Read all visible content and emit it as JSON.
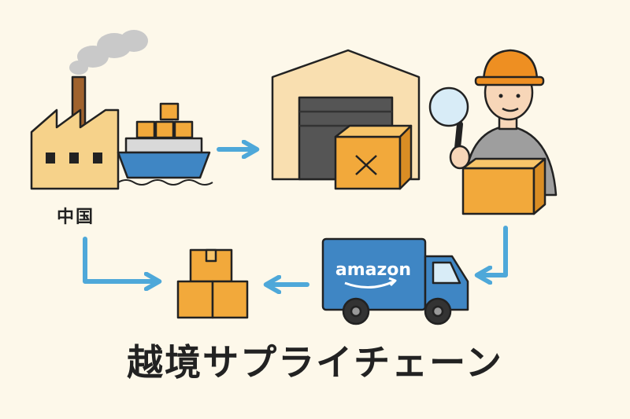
{
  "labels": {
    "origin": "中国",
    "truck_brand": "amazon",
    "title": "越境サプライチェーン"
  },
  "icons": [
    "factory-icon",
    "ship-icon",
    "warehouse-icon",
    "inspector-icon",
    "magnifier-icon",
    "delivery-truck-icon",
    "box-stack-icon",
    "arrow-icon"
  ],
  "colors": {
    "background": "#fdf8ea",
    "box_orange": "#f2a93b",
    "arrow_blue": "#4ea8d9",
    "truck_blue": "#3f86c4",
    "helmet_orange": "#ee8f22"
  }
}
